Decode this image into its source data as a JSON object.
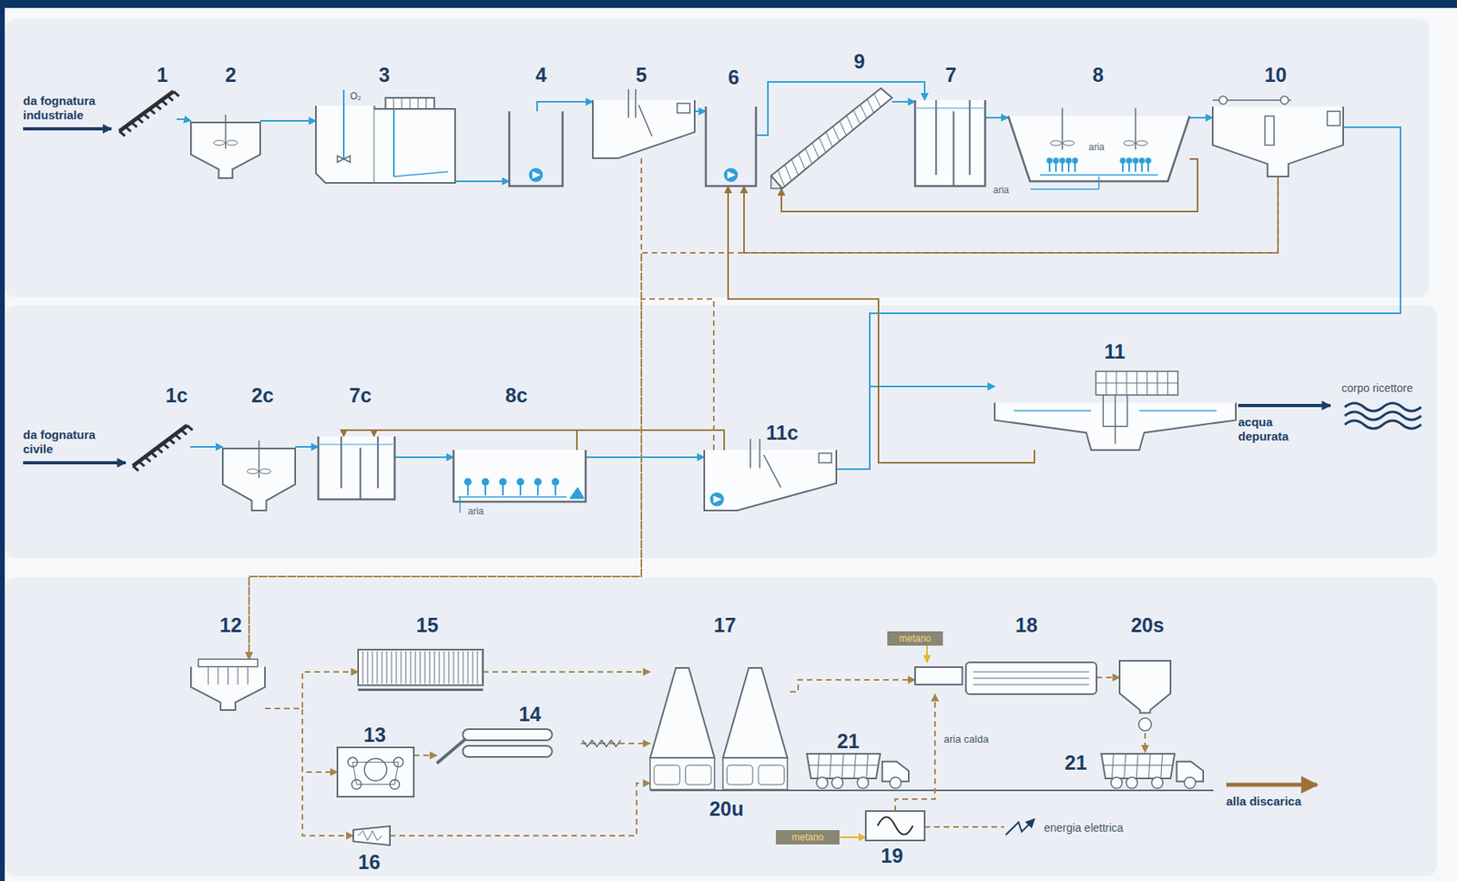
{
  "diagram": {
    "nodes": [
      {
        "text": [
          "1"
        ]
      },
      {
        "text": [
          "2"
        ]
      },
      {
        "text": [
          "3"
        ]
      },
      {
        "text": [
          "4"
        ]
      },
      {
        "text": [
          "5"
        ]
      },
      {
        "text": [
          "6"
        ]
      },
      {
        "text": [
          "9"
        ]
      },
      {
        "text": [
          "7"
        ]
      },
      {
        "text": [
          "8"
        ]
      },
      {
        "text": [
          "10"
        ]
      },
      {
        "text": [
          "1c"
        ]
      },
      {
        "text": [
          "2c"
        ]
      },
      {
        "text": [
          "7c"
        ]
      },
      {
        "text": [
          "8c"
        ]
      },
      {
        "text": [
          "11c"
        ]
      },
      {
        "text": [
          "11"
        ]
      },
      {
        "text": [
          "12"
        ]
      },
      {
        "text": [
          "15"
        ]
      },
      {
        "text": [
          "13"
        ]
      },
      {
        "text": [
          "14"
        ]
      },
      {
        "text": [
          "16"
        ]
      },
      {
        "text": [
          "17",
          "20u"
        ]
      },
      {
        "text": [
          "metano"
        ]
      },
      {
        "text": [
          "18"
        ]
      },
      {
        "text": [
          "20s"
        ]
      },
      {
        "text": [
          "21"
        ]
      },
      {
        "text": [
          "21"
        ]
      },
      {
        "text": [
          "metano"
        ]
      },
      {
        "text": [
          "19"
        ]
      }
    ],
    "edges": [
      {
        "from": 0,
        "to": 1,
        "arrow": "to"
      },
      {
        "from": 1,
        "to": 2,
        "arrow": "to"
      },
      {
        "from": 2,
        "to": 3,
        "arrow": "to"
      },
      {
        "from": 3,
        "to": 4,
        "arrow": "to"
      },
      {
        "from": 4,
        "to": 5,
        "arrow": "to"
      },
      {
        "from": 5,
        "to": 7,
        "arrow": "to"
      },
      {
        "from": 6,
        "to": 7,
        "arrow": "to"
      },
      {
        "from": 7,
        "to": 8,
        "arrow": "to"
      },
      {
        "from": 8,
        "to": 9,
        "arrow": "to"
      },
      {
        "from": 9,
        "to": 15,
        "arrow": "to"
      },
      {
        "from": 10,
        "to": 11,
        "arrow": "to"
      },
      {
        "from": 11,
        "to": 12,
        "arrow": "to"
      },
      {
        "from": 12,
        "to": 13,
        "arrow": "to"
      },
      {
        "from": 13,
        "to": 14,
        "arrow": "to"
      },
      {
        "from": 14,
        "to": 15,
        "arrow": "to"
      },
      {
        "from": 8,
        "to": 6,
        "arrow": "to"
      },
      {
        "from": 9,
        "to": 5,
        "arrow": "to"
      },
      {
        "from": 15,
        "to": 5,
        "arrow": "to"
      },
      {
        "from": 14,
        "to": 12,
        "arrow": "to"
      },
      {
        "from": 13,
        "to": 12,
        "arrow": "to"
      },
      {
        "from": 4,
        "to": 16,
        "arrow": "to"
      },
      {
        "from": 9,
        "to": 16,
        "arrow": "to"
      },
      {
        "from": 14,
        "to": 16,
        "arrow": "to"
      },
      {
        "from": 16,
        "to": 17,
        "arrow": "to"
      },
      {
        "from": 16,
        "to": 18,
        "arrow": "to"
      },
      {
        "from": 16,
        "to": 20,
        "arrow": "to"
      },
      {
        "from": 17,
        "to": 21,
        "arrow": "to"
      },
      {
        "from": 18,
        "to": 19,
        "arrow": "to"
      },
      {
        "from": 19,
        "to": 21,
        "arrow": "to"
      },
      {
        "from": 20,
        "to": 21,
        "arrow": "to"
      },
      {
        "from": 21,
        "to": 23,
        "arrow": "to"
      },
      {
        "from": 22,
        "to": 23,
        "arrow": "to"
      },
      {
        "from": 28,
        "to": 23,
        "label": "aria calda",
        "arrow": "to"
      },
      {
        "from": 27,
        "to": 28,
        "arrow": "to"
      },
      {
        "from": 23,
        "to": 24,
        "arrow": "to"
      },
      {
        "from": 24,
        "to": 26,
        "arrow": "to"
      }
    ],
    "labels": [
      "da fognatura industriale",
      "O₂",
      "aria",
      "aria",
      "da fognatura civile",
      "aria",
      "corpo ricettore",
      "acqua depurata",
      "energia elettrica",
      "alla discarica"
    ]
  }
}
